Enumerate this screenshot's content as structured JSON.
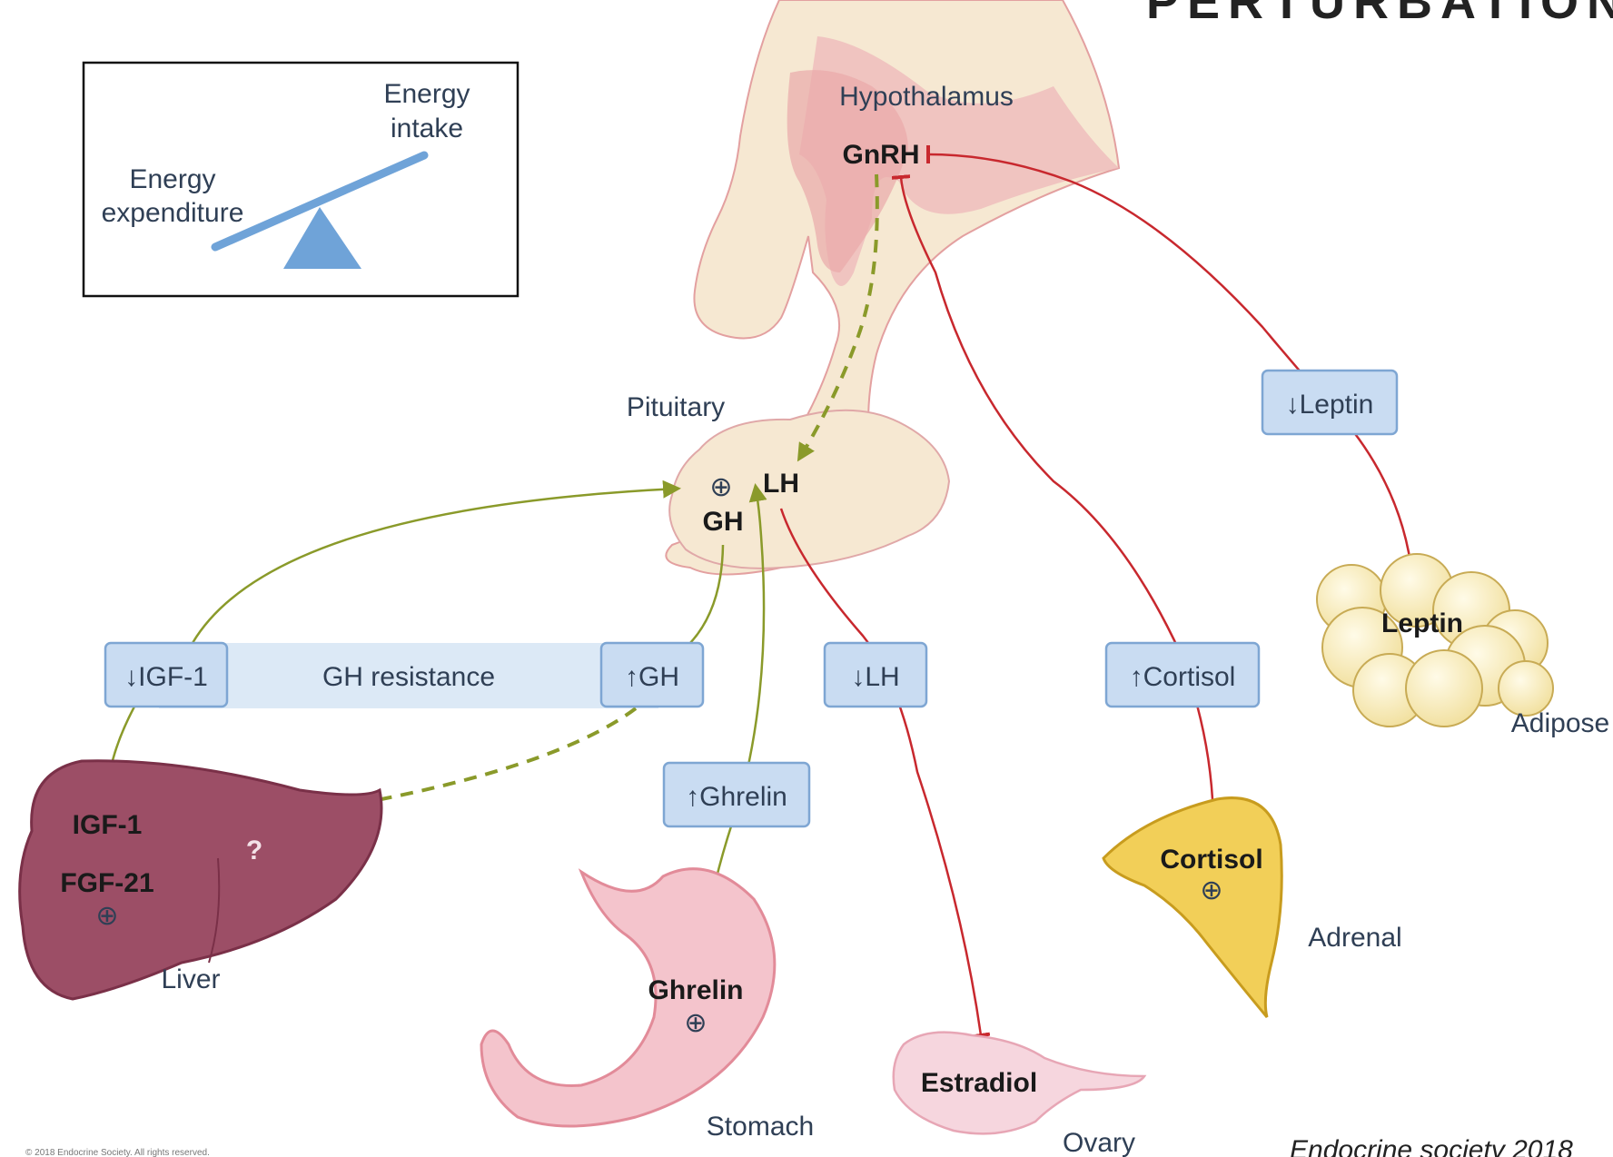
{
  "title": "PERTURBATIONS",
  "inset": {
    "energy_intake": [
      "Energy",
      "intake"
    ],
    "energy_expenditure": [
      "Energy",
      "expenditure"
    ]
  },
  "labels": {
    "hypothalamus": "Hypothalamus",
    "gnrh": "GnRH",
    "pituitary": "Pituitary",
    "lh": "LH",
    "gh": "GH",
    "plus": "⊕",
    "gh_resistance": "GH resistance",
    "liver": "Liver",
    "igf1": "IGF-1",
    "fgf21": "FGF-21",
    "question": "?",
    "stomach": "Stomach",
    "ghrelin": "Ghrelin",
    "ovary": "Ovary",
    "estradiol": "Estradiol",
    "adrenal": "Adrenal",
    "cortisol": "Cortisol",
    "adipose": "Adipose",
    "leptin": "Leptin"
  },
  "boxes": {
    "igf1_down": "↓IGF-1",
    "gh_up": "↑GH",
    "lh_down": "↓LH",
    "ghrelin_up": "↑Ghrelin",
    "cortisol_up": "↑Cortisol",
    "leptin_down": "↓Leptin"
  },
  "citation": "Endocrine society 2018",
  "copyright": "© 2018 Endocrine Society. All rights reserved.",
  "colors": {
    "stimulatory": "#8a9a2a",
    "inhibitory": "#c8282e",
    "box_fill": "#c9dcf2",
    "box_border": "#7ea6d3",
    "seesaw": "#6fa3d8"
  }
}
